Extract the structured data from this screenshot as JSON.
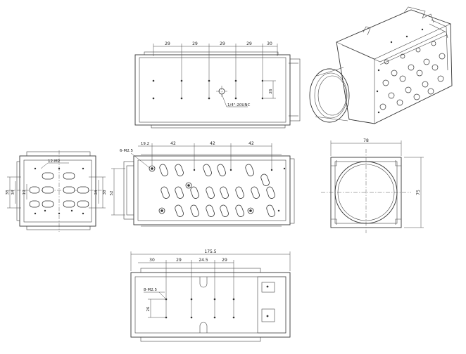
{
  "views": {
    "top": {
      "dims": [
        "29",
        "29",
        "29",
        "29",
        "30"
      ],
      "vertical_dim": "26",
      "thread_callout": "1/4\"-20UNC"
    },
    "side_main": {
      "dims": [
        "42",
        "42",
        "42"
      ],
      "start_dim": "19.2",
      "hole_callout": "6-M2.5",
      "height_dim": "52"
    },
    "left_end": {
      "hole_callout": "12-M2",
      "dims_left": [
        "38",
        "34",
        "19"
      ],
      "dims_right": [
        "34",
        "38"
      ]
    },
    "front": {
      "width_dim": "78",
      "height_dim": "75"
    },
    "bottom": {
      "overall_length": "175.5",
      "dims": [
        "30",
        "29",
        "24.5",
        "29"
      ],
      "hole_callout": "8-M2.5",
      "vertical_dim": "26"
    }
  }
}
